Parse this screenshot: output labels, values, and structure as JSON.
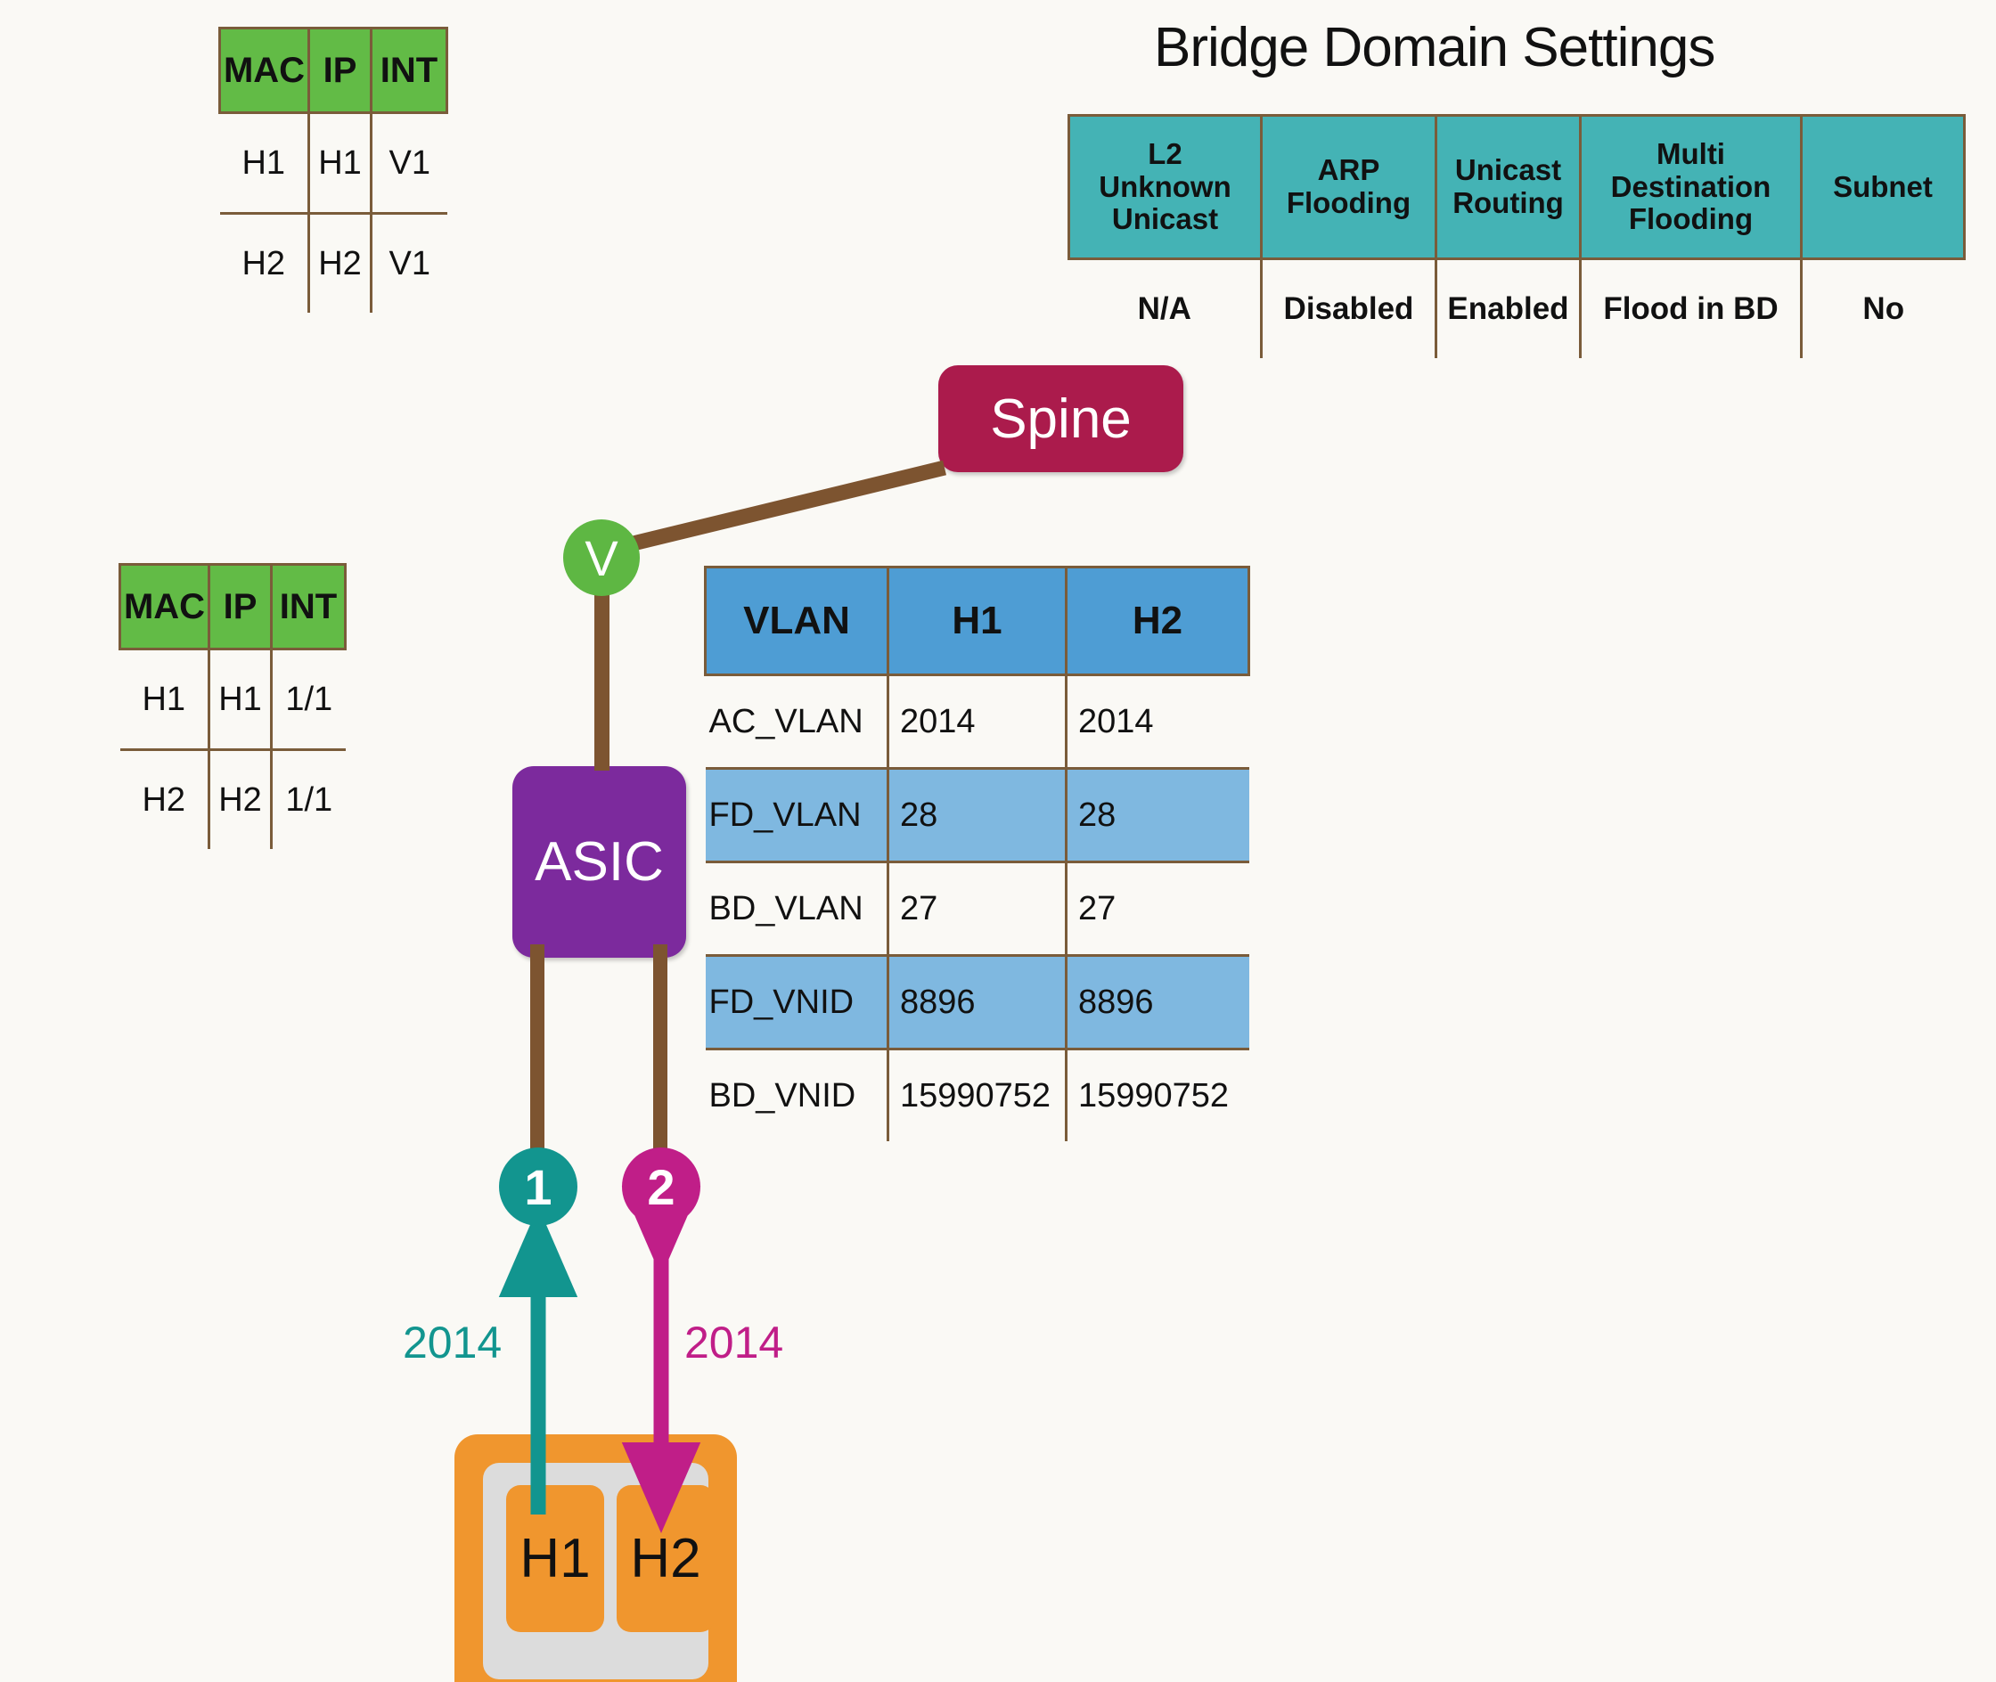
{
  "bridge_domain": {
    "title": "Bridge Domain Settings",
    "headers": [
      "L2 Unknown Unicast",
      "ARP Flooding",
      "Unicast Routing",
      "Multi Destination Flooding",
      "Subnet"
    ],
    "headers_lines": [
      [
        "L2",
        "Unknown",
        "Unicast"
      ],
      [
        "ARP",
        "Flooding"
      ],
      [
        "Unicast",
        "Routing"
      ],
      [
        "Multi",
        "Destination",
        "Flooding"
      ],
      [
        "Subnet"
      ]
    ],
    "values": [
      "N/A",
      "Disabled",
      "Enabled",
      "Flood in BD",
      "No"
    ]
  },
  "mac_table_top": {
    "headers": [
      "MAC",
      "IP",
      "INT"
    ],
    "rows": [
      [
        "H1",
        "H1",
        "V1"
      ],
      [
        "H2",
        "H2",
        "V1"
      ]
    ]
  },
  "mac_table_leaf": {
    "headers": [
      "MAC",
      "IP",
      "INT"
    ],
    "rows": [
      [
        "H1",
        "H1",
        "1/1"
      ],
      [
        "H2",
        "H2",
        "1/1"
      ]
    ]
  },
  "vlan_table": {
    "headers": [
      "VLAN",
      "H1",
      "H2"
    ],
    "rows": [
      {
        "label": "AC_VLAN",
        "h1": "2014",
        "h2": "2014",
        "shaded": false
      },
      {
        "label": "FD_VLAN",
        "h1": "28",
        "h2": "28",
        "shaded": true
      },
      {
        "label": "BD_VLAN",
        "h1": "27",
        "h2": "27",
        "shaded": false
      },
      {
        "label": "FD_VNID",
        "h1": "8896",
        "h2": "8896",
        "shaded": true
      },
      {
        "label": "BD_VNID",
        "h1": "15990752",
        "h2": "15990752",
        "shaded": false
      }
    ]
  },
  "nodes": {
    "spine": "Spine",
    "asic": "ASIC",
    "vlan_badge": "V",
    "step1": "1",
    "step2": "2"
  },
  "flows": {
    "left_label": "2014",
    "right_label": "2014"
  },
  "hosts": {
    "h1": "H1",
    "h2": "H2"
  },
  "colors": {
    "green_header": "#62bb46",
    "teal_header": "#44b3b5",
    "blue_header": "#4e9dd4",
    "blue_shaded": "#7fb8e0",
    "spine": "#ab1b4c",
    "asic": "#7c2a9d",
    "orange": "#f0962e",
    "step1": "#12958f",
    "step2": "#c01e88",
    "link_brown": "#7d5430",
    "background": "#faf9f5"
  }
}
